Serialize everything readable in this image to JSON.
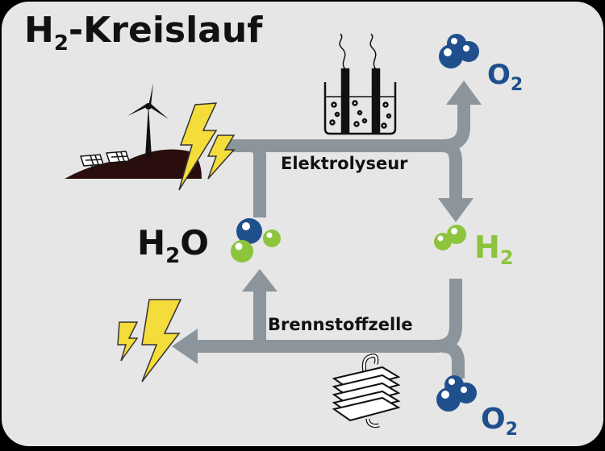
{
  "title": {
    "main": "H",
    "sub": "2",
    "rest": "-Kreislauf"
  },
  "labels": {
    "electrolyser": "Elektrolyseur",
    "fuel_cell": "Brennstoffzelle",
    "water": {
      "h": "H",
      "sub": "2",
      "o": "O"
    },
    "hydrogen": {
      "h": "H",
      "sub": "2"
    },
    "oxygen_top": {
      "o": "O",
      "sub": "2"
    },
    "oxygen_bottom": {
      "o": "O",
      "sub": "2"
    }
  },
  "colors": {
    "background": "#e6e6e6",
    "arrow": "#8d959c",
    "oxygen": "#1f4f8c",
    "hydrogen": "#8cc43c",
    "lightning": "#f4dd3a",
    "text": "#111111"
  },
  "icons": [
    "wind-turbine-icon",
    "solar-panel-icon",
    "lightning-icon",
    "electrolysis-cell-icon",
    "fuel-cell-stack-icon",
    "molecule-icon"
  ]
}
